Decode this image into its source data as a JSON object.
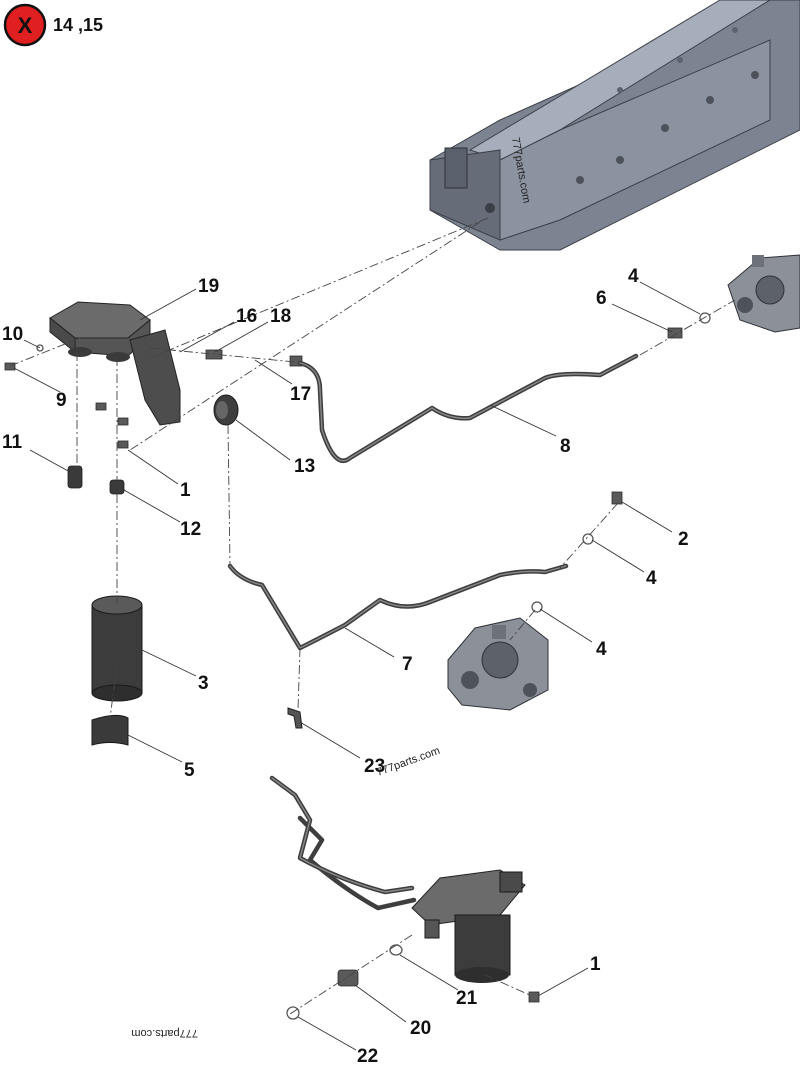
{
  "header": {
    "badge_symbol": "X",
    "badge_refs": "14 ,15",
    "badge_color": "#e02020"
  },
  "callouts": [
    {
      "id": "c19",
      "text": "19"
    },
    {
      "id": "c10",
      "text": "10"
    },
    {
      "id": "c16",
      "text": "16"
    },
    {
      "id": "c18",
      "text": "18"
    },
    {
      "id": "c9",
      "text": "9"
    },
    {
      "id": "c17",
      "text": "17"
    },
    {
      "id": "c11",
      "text": "11"
    },
    {
      "id": "c13",
      "text": "13"
    },
    {
      "id": "c1a",
      "text": "1"
    },
    {
      "id": "c12",
      "text": "12"
    },
    {
      "id": "c3",
      "text": "3"
    },
    {
      "id": "c5",
      "text": "5"
    },
    {
      "id": "c4a",
      "text": "4"
    },
    {
      "id": "c6",
      "text": "6"
    },
    {
      "id": "c8",
      "text": "8"
    },
    {
      "id": "c2",
      "text": "2"
    },
    {
      "id": "c4b",
      "text": "4"
    },
    {
      "id": "c4c",
      "text": "4"
    },
    {
      "id": "c7",
      "text": "7"
    },
    {
      "id": "c23",
      "text": "23"
    },
    {
      "id": "c1b",
      "text": "1"
    },
    {
      "id": "c21",
      "text": "21"
    },
    {
      "id": "c20",
      "text": "20"
    },
    {
      "id": "c22",
      "text": "22"
    }
  ],
  "watermarks": [
    "777parts.com",
    "777parts.com",
    "777parts.com"
  ],
  "colors": {
    "engine_block": "#9aa1ad",
    "engine_shadow": "#6c7380",
    "filter_housing": "#4a4a4a",
    "filter_top": "#6b6b6b",
    "pump_body": "#8c9099"
  }
}
